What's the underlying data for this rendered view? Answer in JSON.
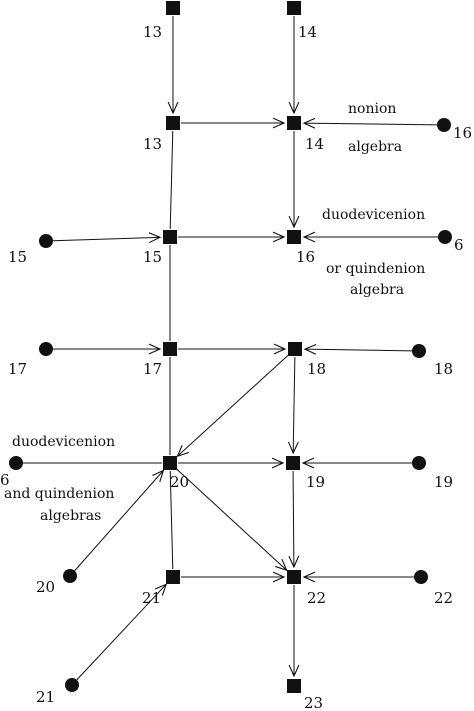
{
  "nodes": [
    {
      "id": "sq13top",
      "shape": "square",
      "label": "13"
    },
    {
      "id": "sq14top",
      "shape": "square",
      "label": "14"
    },
    {
      "id": "sq13",
      "shape": "square",
      "label": "13"
    },
    {
      "id": "sq14",
      "shape": "square",
      "label": "14"
    },
    {
      "id": "c16",
      "shape": "circle",
      "label": "16"
    },
    {
      "id": "sq15",
      "shape": "square",
      "label": "15"
    },
    {
      "id": "sq16",
      "shape": "square",
      "label": "16"
    },
    {
      "id": "c15",
      "shape": "circle",
      "label": "15"
    },
    {
      "id": "c6a",
      "shape": "circle",
      "label": "6"
    },
    {
      "id": "sq17",
      "shape": "square",
      "label": "17"
    },
    {
      "id": "sq18",
      "shape": "square",
      "label": "18"
    },
    {
      "id": "c17",
      "shape": "circle",
      "label": "17"
    },
    {
      "id": "c18",
      "shape": "circle",
      "label": "18"
    },
    {
      "id": "sq20",
      "shape": "square",
      "label": "20"
    },
    {
      "id": "sq19",
      "shape": "square",
      "label": "19"
    },
    {
      "id": "c6b",
      "shape": "circle",
      "label": "6"
    },
    {
      "id": "c19",
      "shape": "circle",
      "label": "19"
    },
    {
      "id": "c20",
      "shape": "circle",
      "label": "20"
    },
    {
      "id": "sq21",
      "shape": "square",
      "label": "21"
    },
    {
      "id": "sq22",
      "shape": "square",
      "label": "22"
    },
    {
      "id": "c22",
      "shape": "circle",
      "label": "22"
    },
    {
      "id": "c21",
      "shape": "circle",
      "label": "21"
    },
    {
      "id": "sq23",
      "shape": "square",
      "label": "23"
    }
  ],
  "edges": [
    {
      "from": "sq13top",
      "to": "sq13",
      "arrow": true
    },
    {
      "from": "sq14top",
      "to": "sq14",
      "arrow": true
    },
    {
      "from": "sq13",
      "to": "sq14",
      "arrow": true
    },
    {
      "from": "c16",
      "to": "sq14",
      "arrow": true
    },
    {
      "from": "sq14",
      "to": "sq16",
      "arrow": true
    },
    {
      "from": "sq13",
      "to": "sq15",
      "arrow": false
    },
    {
      "from": "c15",
      "to": "sq15",
      "arrow": true
    },
    {
      "from": "sq15",
      "to": "sq16",
      "arrow": true
    },
    {
      "from": "c6a",
      "to": "sq16",
      "arrow": true
    },
    {
      "from": "sq15",
      "to": "sq17",
      "arrow": false
    },
    {
      "from": "c17",
      "to": "sq17",
      "arrow": true
    },
    {
      "from": "sq17",
      "to": "sq18",
      "arrow": true
    },
    {
      "from": "c18",
      "to": "sq18",
      "arrow": true
    },
    {
      "from": "sq18",
      "to": "sq20",
      "arrow": true
    },
    {
      "from": "sq18",
      "to": "sq19",
      "arrow": true
    },
    {
      "from": "sq17",
      "to": "sq20",
      "arrow": false
    },
    {
      "from": "c6b",
      "to": "sq20",
      "arrow": false
    },
    {
      "from": "sq20",
      "to": "sq19",
      "arrow": true
    },
    {
      "from": "c19",
      "to": "sq19",
      "arrow": true
    },
    {
      "from": "sq19",
      "to": "sq22",
      "arrow": true
    },
    {
      "from": "sq20",
      "to": "sq22",
      "arrow": true
    },
    {
      "from": "c20",
      "to": "sq20",
      "arrow": true
    },
    {
      "from": "sq20",
      "to": "sq21",
      "arrow": false
    },
    {
      "from": "sq21",
      "to": "sq22",
      "arrow": true
    },
    {
      "from": "c22",
      "to": "sq22",
      "arrow": true
    },
    {
      "from": "c21",
      "to": "sq21",
      "arrow": true
    },
    {
      "from": "sq22",
      "to": "sq23",
      "arrow": true
    }
  ],
  "annotations": {
    "nonion_1": "nonion",
    "nonion_2": "algebra",
    "duo1_1": "duodevicenion",
    "duo1_2": "or quindenion",
    "duo1_3": "algebra",
    "duo2_1": "duodevicenion",
    "duo2_2": "and quindenion",
    "duo2_3": "algebras"
  },
  "colors": {
    "ink": "#111111",
    "background": "#ffffff"
  }
}
